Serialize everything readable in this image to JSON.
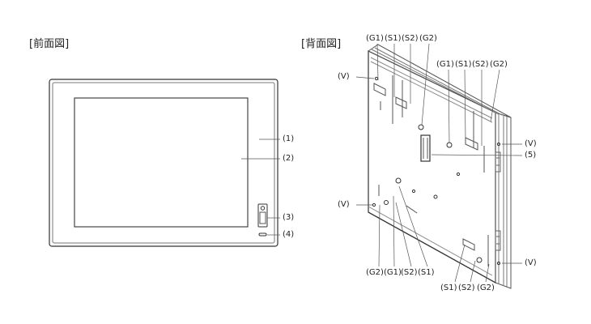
{
  "front": {
    "title": "[前面図]",
    "labels": [
      "(1)",
      "(2)",
      "(3)",
      "(4)"
    ]
  },
  "rear": {
    "title": "[背面図]",
    "top_left": [
      "(G1)",
      "(S1)",
      "(S2)",
      "(G2)"
    ],
    "top_mid": [
      "(G1)",
      "(S1)",
      "(S2)",
      "(G2)"
    ],
    "left_v_upper": "(V)",
    "left_v_lower": "(V)",
    "right_v_upper": "(V)",
    "right_v_lower": "(V)",
    "connector": "(5)",
    "bottom_left": [
      "(G2)",
      "(G1)",
      "(S2)",
      "(S1)"
    ],
    "bottom_right": [
      "(S1)",
      "(S2)",
      "(G2)"
    ]
  }
}
